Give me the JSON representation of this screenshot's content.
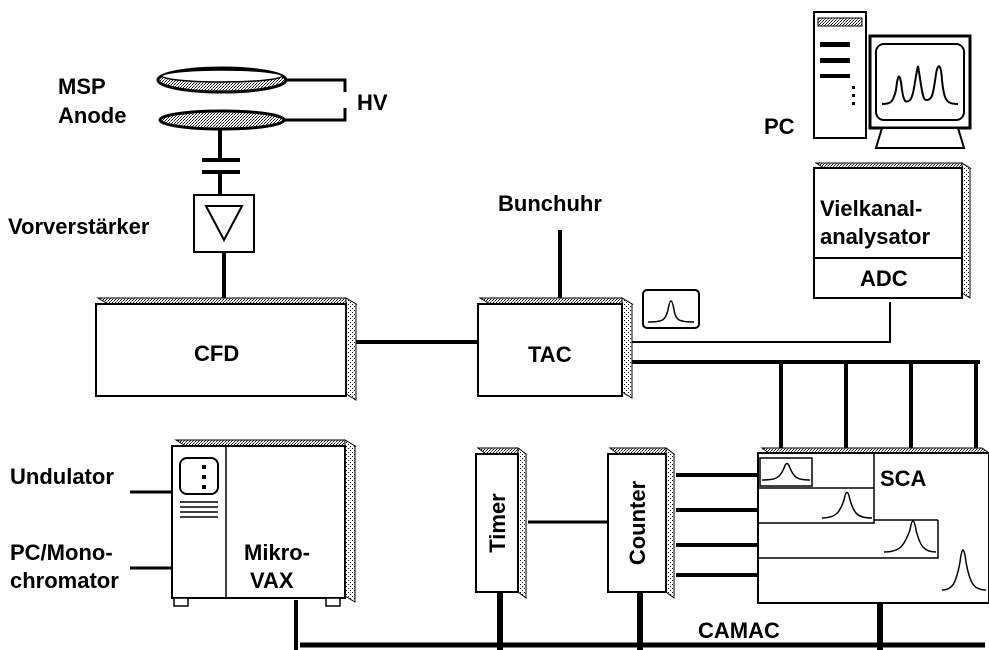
{
  "labels": {
    "msp": "MSP",
    "anode": "Anode",
    "hv": "HV",
    "vorverstaerker": "Vorverstärker",
    "cfd": "CFD",
    "bunchuhr": "Bunchuhr",
    "tac": "TAC",
    "pc": "PC",
    "vielkanal_line1": "Vielkanal-",
    "vielkanal_line2": "analysator",
    "adc": "ADC",
    "undulator": "Undulator",
    "pc_mono_line1": "PC/Mono-",
    "pc_mono_line2": "chromator",
    "mikrovax_line1": "Mikro-",
    "mikrovax_line2": "VAX",
    "timer": "Timer",
    "counter": "Counter",
    "sca": "SCA",
    "camac": "CAMAC"
  },
  "icons": [
    "spectrum-peak-icon",
    "desktop-pc-icon",
    "triangle-amplifier-icon"
  ]
}
